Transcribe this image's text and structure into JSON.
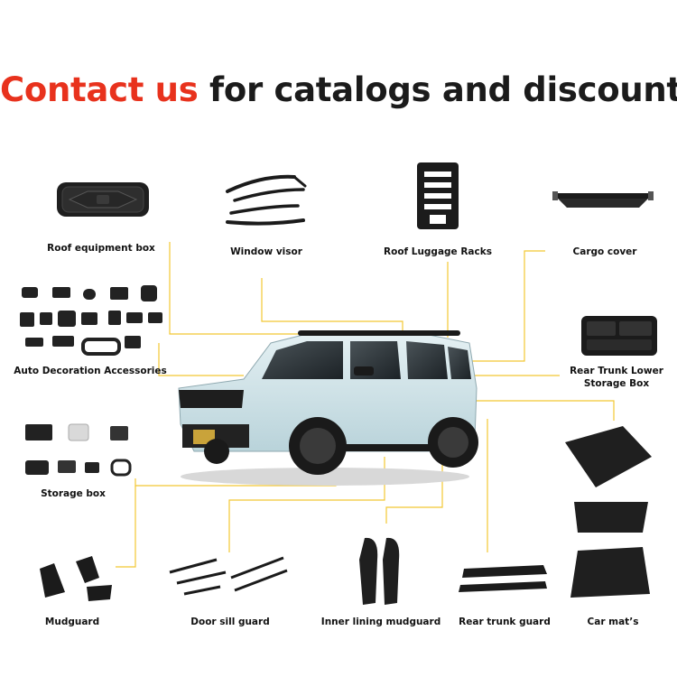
{
  "headline": {
    "highlight": "Contact us",
    "rest": "for catalogs and discounts"
  },
  "colors": {
    "highlight": "#e8321d",
    "headline_text": "#1b1b1b",
    "leader_lines": "#f2c733",
    "car_body": "#cfe3e8",
    "car_black": "#1a1a1a"
  },
  "products": [
    {
      "id": "roof-equipment-box",
      "label": "Roof equipment box",
      "icon": "roof-box-icon"
    },
    {
      "id": "window-visor",
      "label": "Window visor",
      "icon": "visor-icon"
    },
    {
      "id": "roof-luggage-racks",
      "label": "Roof Luggage Racks",
      "icon": "roof-rack-icon"
    },
    {
      "id": "cargo-cover",
      "label": "Cargo cover",
      "icon": "cargo-cover-icon"
    },
    {
      "id": "auto-decoration-accessories",
      "label": "Auto Decoration Accessories",
      "icon": "trim-parts-icon"
    },
    {
      "id": "rear-trunk-lower-storage-box",
      "label_line1": "Rear Trunk Lower",
      "label_line2": "Storage Box",
      "icon": "storage-tray-icon"
    },
    {
      "id": "storage-box",
      "label": "Storage box",
      "icon": "storage-box-icon"
    },
    {
      "id": "mudguard",
      "label": "Mudguard",
      "icon": "mudguard-icon"
    },
    {
      "id": "door-sill-guard",
      "label": "Door sill guard",
      "icon": "sill-guard-icon"
    },
    {
      "id": "inner-lining-mudguard",
      "label": "Inner lining mudguard",
      "icon": "liner-icon"
    },
    {
      "id": "rear-trunk-guard",
      "label": "Rear trunk guard",
      "icon": "trunk-guard-icon"
    },
    {
      "id": "car-mats",
      "label": "Car mat’s",
      "icon": "floor-mat-icon"
    }
  ]
}
